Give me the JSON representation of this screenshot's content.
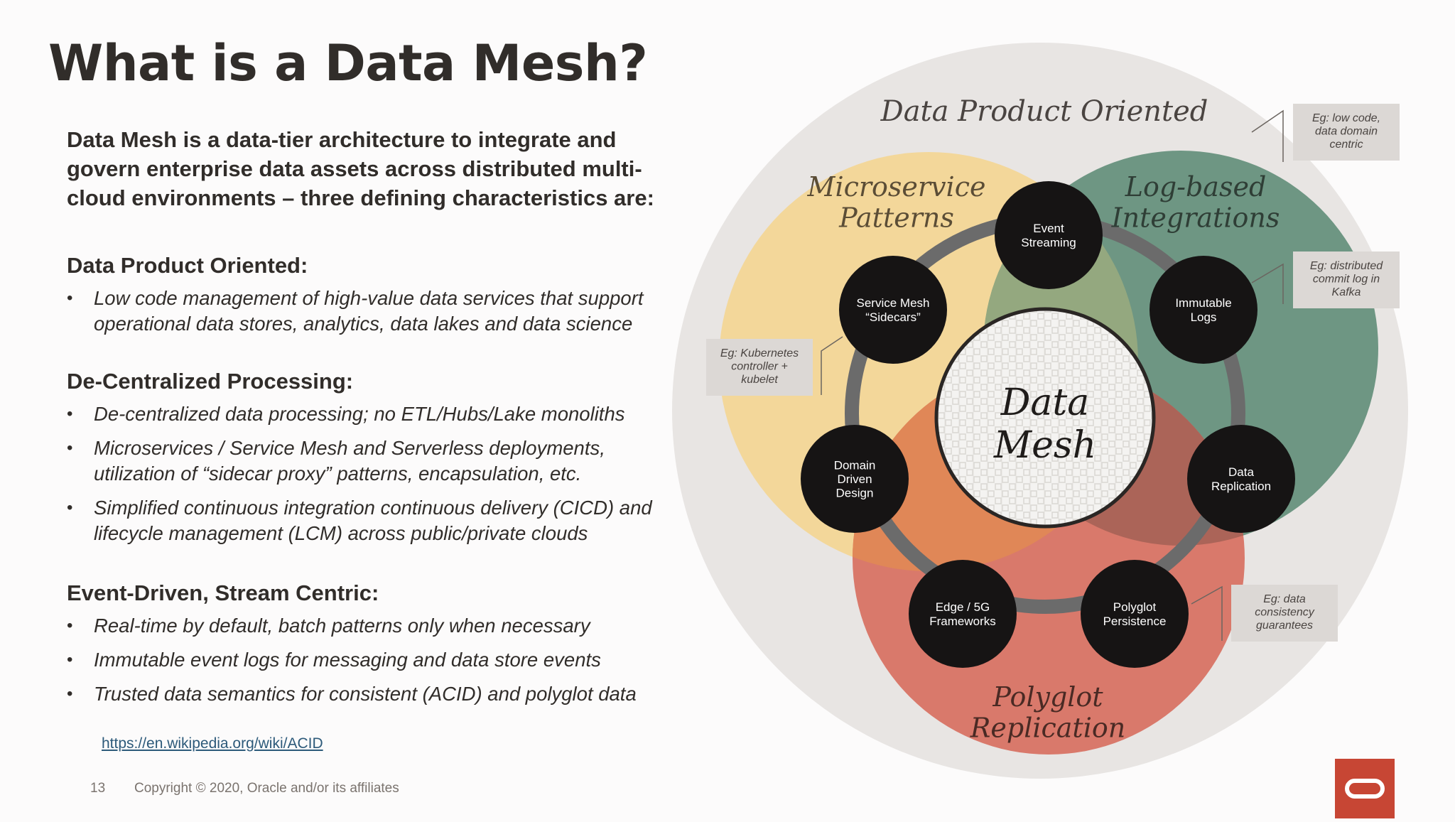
{
  "slide": {
    "title": "What is a Data Mesh?",
    "intro": "Data Mesh is a data-tier architecture to integrate and govern enterprise data assets across distributed multi-cloud environments – three defining characteristics are:",
    "sections": [
      {
        "heading": "Data Product Oriented:",
        "bullets": [
          "Low code management of high-value data services that support operational data stores, analytics, data lakes and data science"
        ]
      },
      {
        "heading": "De-Centralized Processing:",
        "bullets": [
          "De-centralized data processing; no ETL/Hubs/Lake monoliths",
          "Microservices / Service Mesh and Serverless deployments, utilization of “sidecar proxy” patterns, encapsulation, etc.",
          "Simplified continuous integration continuous delivery (CICD) and lifecycle management (LCM) across public/private clouds"
        ]
      },
      {
        "heading": "Event-Driven, Stream Centric:",
        "bullets": [
          "Real-time by default, batch patterns only when necessary",
          "Immutable event logs for messaging and data store events",
          "Trusted data semantics for consistent (ACID) and polyglot data"
        ]
      }
    ],
    "link": "https://en.wikipedia.org/wiki/ACID",
    "page_number": "13",
    "copyright": "Copyright © 2020, Oracle and/or its affiliates"
  },
  "diagram": {
    "outer_label": "Data Product Oriented",
    "center": [
      "Data",
      "Mesh"
    ],
    "region_labels": {
      "microservice": [
        "Microservice",
        "Patterns"
      ],
      "log": [
        "Log-based",
        "Integrations"
      ],
      "polyglot": [
        "Polyglot",
        "Replication"
      ]
    },
    "nodes": [
      {
        "lines": [
          "Event",
          "Streaming"
        ]
      },
      {
        "lines": [
          "Immutable",
          "Logs"
        ]
      },
      {
        "lines": [
          "Data",
          "Replication"
        ]
      },
      {
        "lines": [
          "Polyglot",
          "Persistence"
        ]
      },
      {
        "lines": [
          "Edge / 5G",
          "Frameworks"
        ]
      },
      {
        "lines": [
          "Domain",
          "Driven",
          "Design"
        ]
      },
      {
        "lines": [
          "Service Mesh",
          "“Sidecars”"
        ]
      }
    ],
    "callouts": {
      "low_code": [
        "Eg: low code,",
        "data domain",
        "centric"
      ],
      "kafka": [
        "Eg: distributed",
        "commit log in",
        "Kafka"
      ],
      "kubernetes": [
        "Eg: Kubernetes",
        "controller +",
        "kubelet"
      ],
      "consistency": [
        "Eg: data",
        "consistency",
        "guarantees"
      ]
    }
  },
  "colors": {
    "outer_circle": "#e8e5e3",
    "yellow": "#f3d79a",
    "green": "#6e9683",
    "red": "#d9796b",
    "orange_overlap": "#e08757",
    "node": "#161414",
    "ring": "#6b6b6b",
    "callout_bg": "#dcd8d5",
    "oracle_red": "#c74634"
  }
}
